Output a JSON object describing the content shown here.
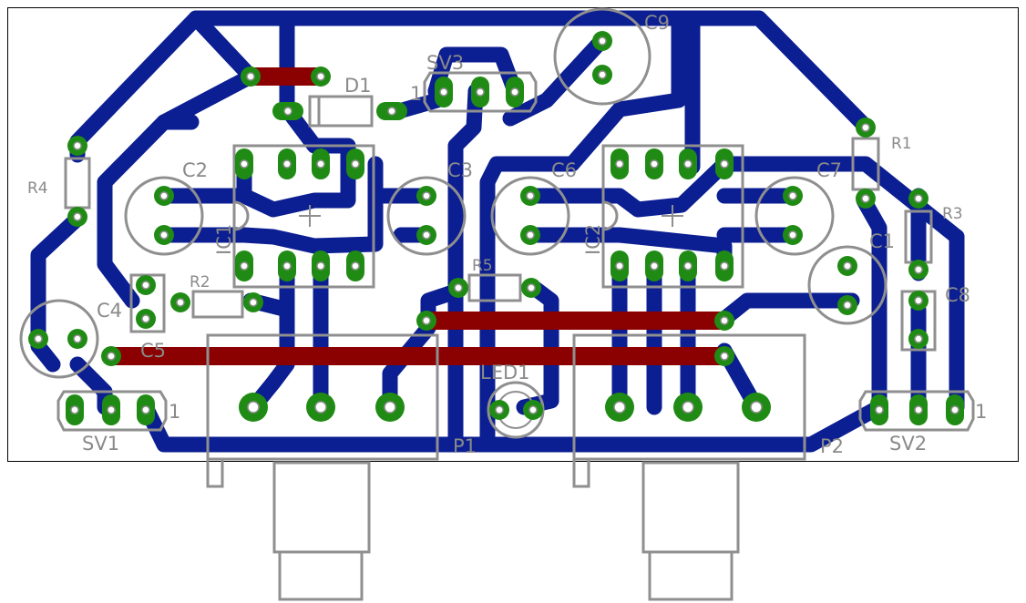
{
  "labels": {
    "c9": "C9",
    "sv3": "SV3",
    "sv3_pin1": "1",
    "d1": "D1",
    "r1": "R1",
    "r4": "R4",
    "c2": "C2",
    "c3": "C3",
    "c6": "C6",
    "c7": "C7",
    "ic1": "IC1",
    "ic2": "IC2",
    "r3": "R3",
    "c1": "C1",
    "c8": "C8",
    "r5": "R5",
    "r2": "R2",
    "c4": "C4",
    "c5": "C5",
    "led1": "LED1",
    "sv1": "SV1",
    "sv1_pin1": "1",
    "p1": "P1",
    "p2": "P2",
    "sv2": "SV2",
    "sv2_pin1": "1"
  },
  "colors": {
    "bottom_copper": "#0b1e92",
    "top_copper": "#8b0000",
    "pads": "#1f8b14",
    "silkscreen": "#8f8f8f",
    "board_outline": "#000000"
  }
}
